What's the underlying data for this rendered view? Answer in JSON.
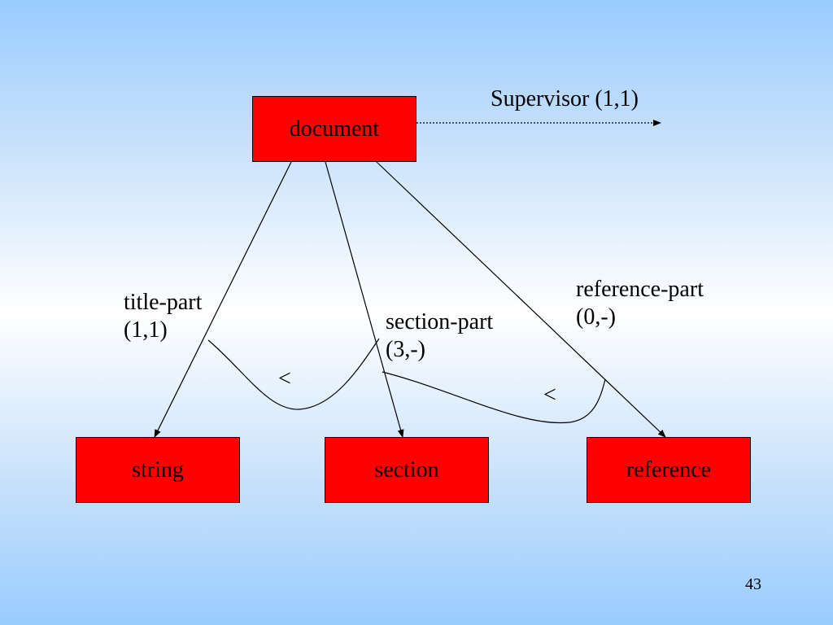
{
  "nodes": {
    "document": "document",
    "string": "string",
    "section": "section",
    "reference": "reference"
  },
  "edges": {
    "supervisor": "Supervisor (1,1)",
    "title_part": {
      "name": "title-part",
      "card": "(1,1)"
    },
    "section_part": {
      "name": "section-part",
      "card": "(3,-)"
    },
    "reference_part": {
      "name": "reference-part",
      "card": "(0,-)"
    }
  },
  "order_symbol_1": "<",
  "order_symbol_2": "<",
  "page_number": "43",
  "colors": {
    "node_fill": "#ff0000",
    "line": "#000000"
  }
}
